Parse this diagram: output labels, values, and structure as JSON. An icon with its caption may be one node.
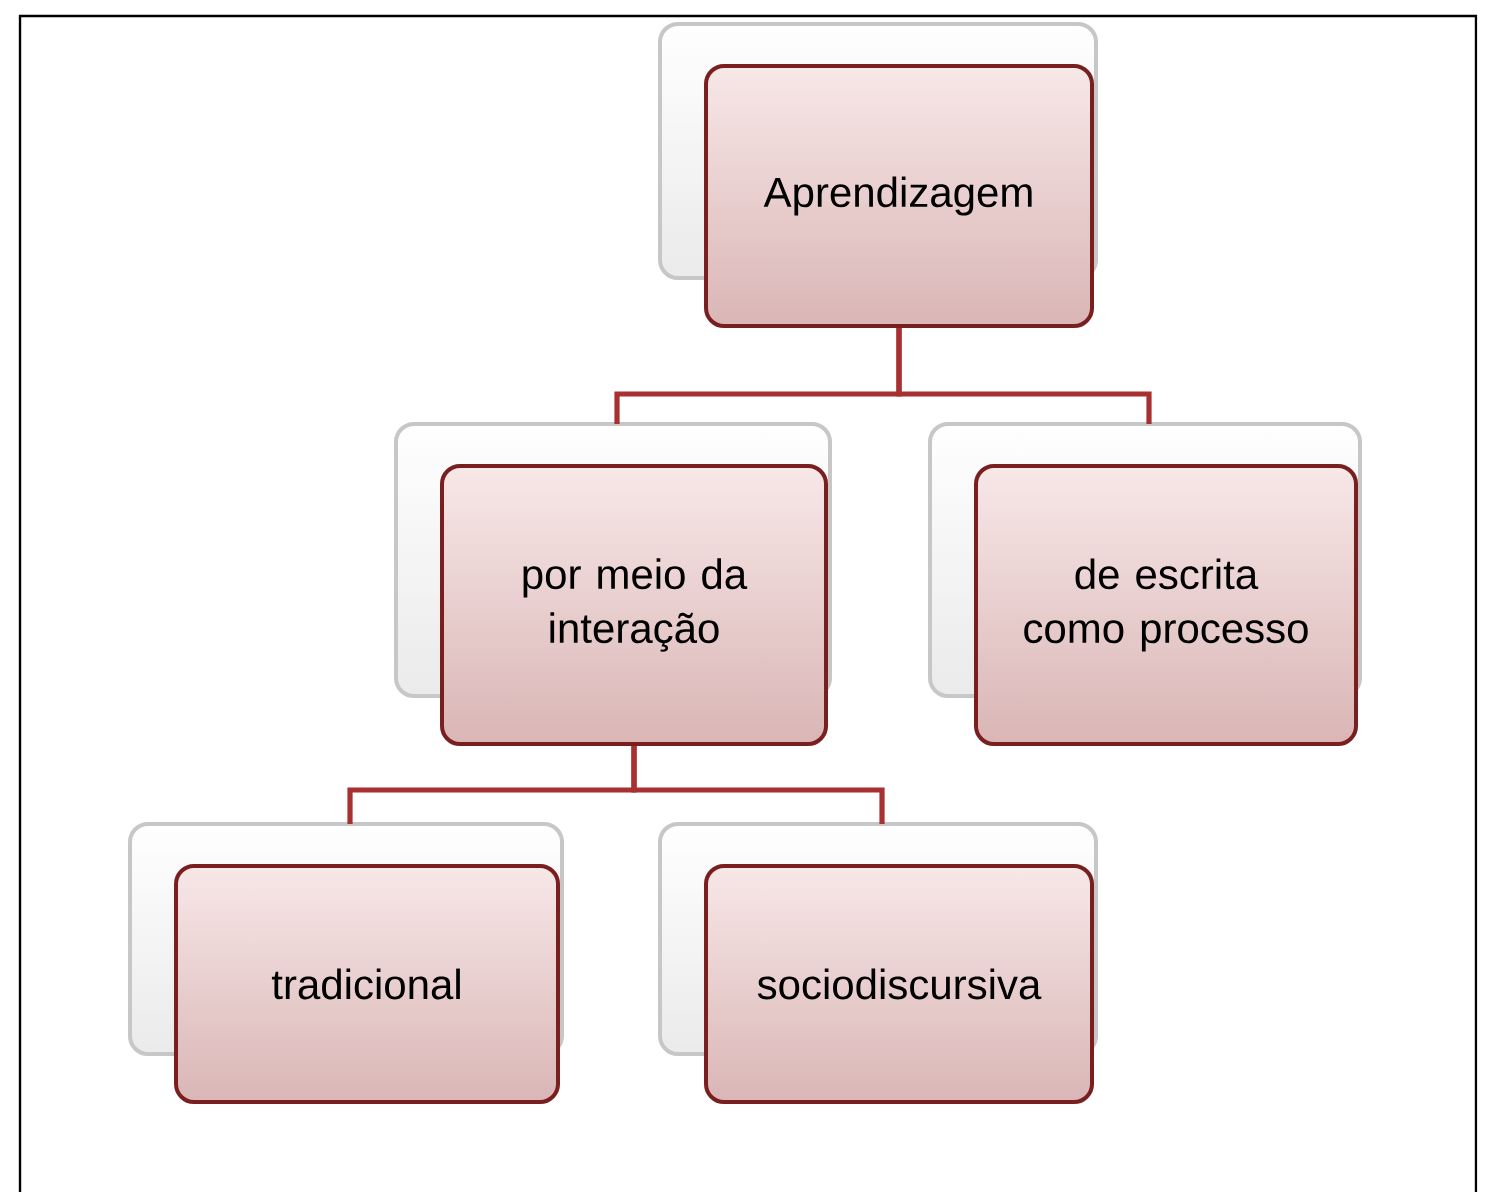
{
  "diagram": {
    "nodes": [
      {
        "text": [
          "Aprendizagem"
        ]
      },
      {
        "text": [
          "por meio da interação"
        ]
      },
      {
        "text": [
          "de escrita como processo"
        ]
      },
      {
        "text": [
          "tradicional"
        ]
      },
      {
        "text": [
          "sociodiscursiva"
        ]
      }
    ],
    "edges": [
      {
        "from": 0,
        "to": 1,
        "arrow": "none"
      },
      {
        "from": 0,
        "to": 2,
        "arrow": "none"
      },
      {
        "from": 1,
        "to": 3,
        "arrow": "none"
      },
      {
        "from": 1,
        "to": 4,
        "arrow": "none"
      }
    ]
  }
}
